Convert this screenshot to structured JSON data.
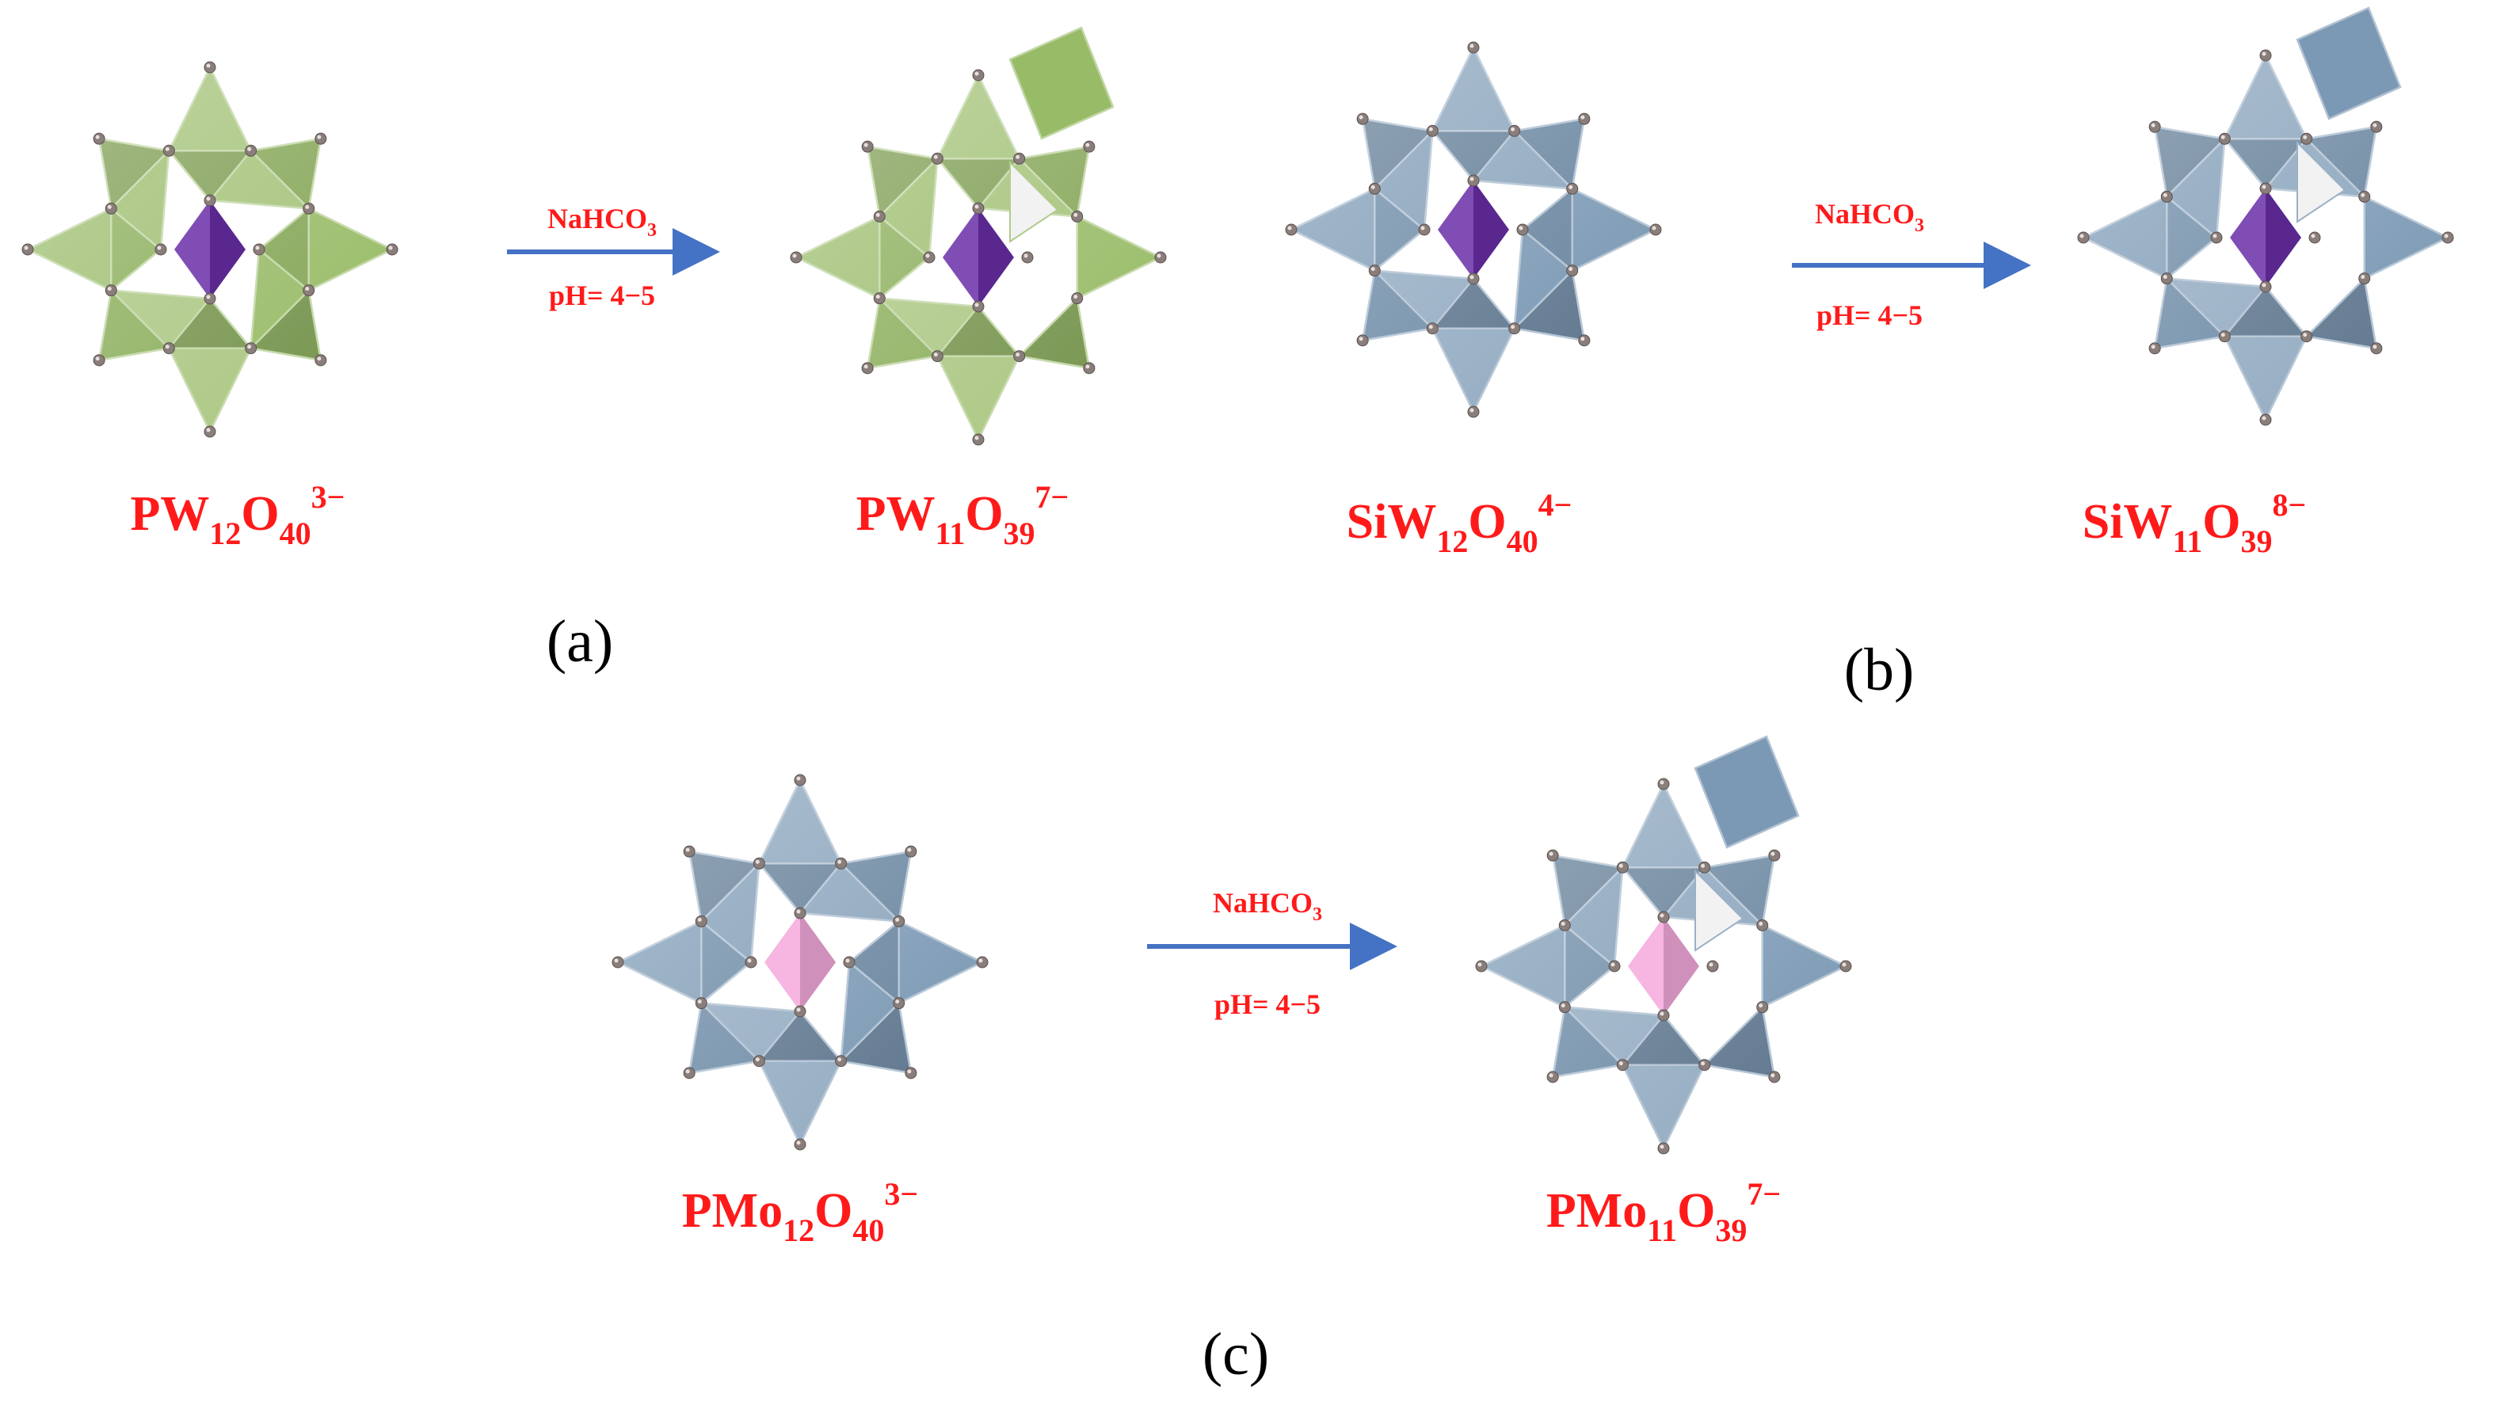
{
  "colors": {
    "green": "#8fb55a",
    "blue": "#6f8fad",
    "purple": "#6a2ea8",
    "pink": "#f4a9dc",
    "arrow": "#4472c4",
    "label_red": "#ff1a1a"
  },
  "panels": [
    {
      "label": "(a)",
      "reagent": {
        "main": "NaHCO",
        "sub": "3"
      },
      "condition": "pH= 4−5",
      "reactant": {
        "pre": "PW",
        "sub1": "12",
        "mid": "O",
        "sub2": "40",
        "sup": "3−"
      },
      "product": {
        "pre": "PW",
        "sub1": "11",
        "mid": "O",
        "sub2": "39",
        "sup": "7−"
      }
    },
    {
      "label": "(b)",
      "reagent": {
        "main": "NaHCO",
        "sub": "3"
      },
      "condition": "pH= 4−5",
      "reactant": {
        "pre": "SiW",
        "sub1": "12",
        "mid": "O",
        "sub2": "40",
        "sup": "4−"
      },
      "product": {
        "pre": "SiW",
        "sub1": "11",
        "mid": "O",
        "sub2": "39",
        "sup": "8−"
      }
    },
    {
      "label": "(c)",
      "reagent": {
        "main": "NaHCO",
        "sub": "3"
      },
      "condition": "pH= 4−5",
      "reactant": {
        "pre": "PMo",
        "sub1": "12",
        "mid": "O",
        "sub2": "40",
        "sup": "3−"
      },
      "product": {
        "pre": "PMo",
        "sub1": "11",
        "mid": "O",
        "sub2": "39",
        "sup": "7−"
      }
    }
  ]
}
